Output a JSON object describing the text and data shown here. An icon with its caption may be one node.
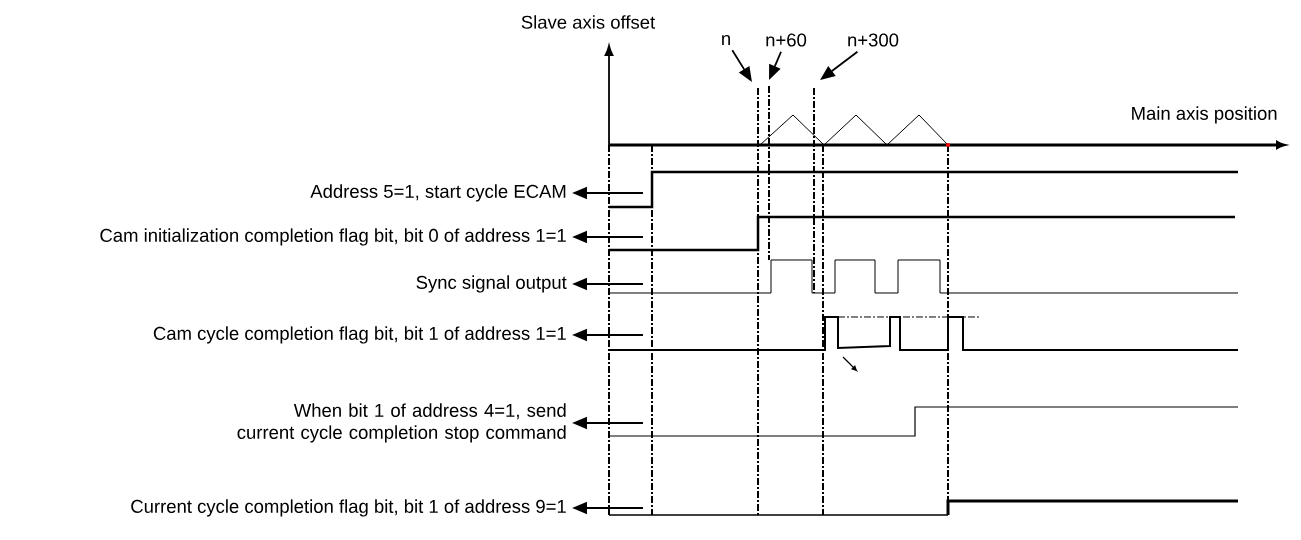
{
  "diagram": {
    "nodes": [
      {
        "text": [
          "n"
        ]
      },
      {
        "text": [
          "n+60"
        ]
      },
      {
        "text": [
          "n+300"
        ]
      },
      {
        "text": [
          "Address 5=1, start cycle ECAM"
        ]
      },
      {
        "text": [
          "Cam initialization completion flag bit, bit 0 of address 1=1"
        ]
      },
      {
        "text": [
          "Sync  signal output"
        ]
      },
      {
        "text": [
          "Cam cycle completion flag bit, bit 1 of address 1=1"
        ]
      },
      {
        "text": [
          "When bit 1 of address 4=1, send current cycle completion stop command"
        ]
      },
      {
        "text": [
          "Current cycle completion flag bit, bit 1 of address 9=1"
        ]
      }
    ],
    "edges": [
      {
        "from": 0,
        "to": null,
        "arrow": "to"
      },
      {
        "from": 1,
        "to": null,
        "arrow": "to"
      },
      {
        "from": 2,
        "to": null,
        "arrow": "to"
      },
      {
        "from": null,
        "to": 3,
        "arrow": "to"
      },
      {
        "from": null,
        "to": 4,
        "arrow": "to"
      },
      {
        "from": null,
        "to": 5,
        "arrow": "to"
      },
      {
        "from": null,
        "to": 6,
        "arrow": "to"
      },
      {
        "from": null,
        "to": 7,
        "arrow": "to"
      },
      {
        "from": null,
        "to": 8,
        "arrow": "to"
      }
    ],
    "labels": [
      "Slave axis offset",
      "Main axis position"
    ]
  }
}
